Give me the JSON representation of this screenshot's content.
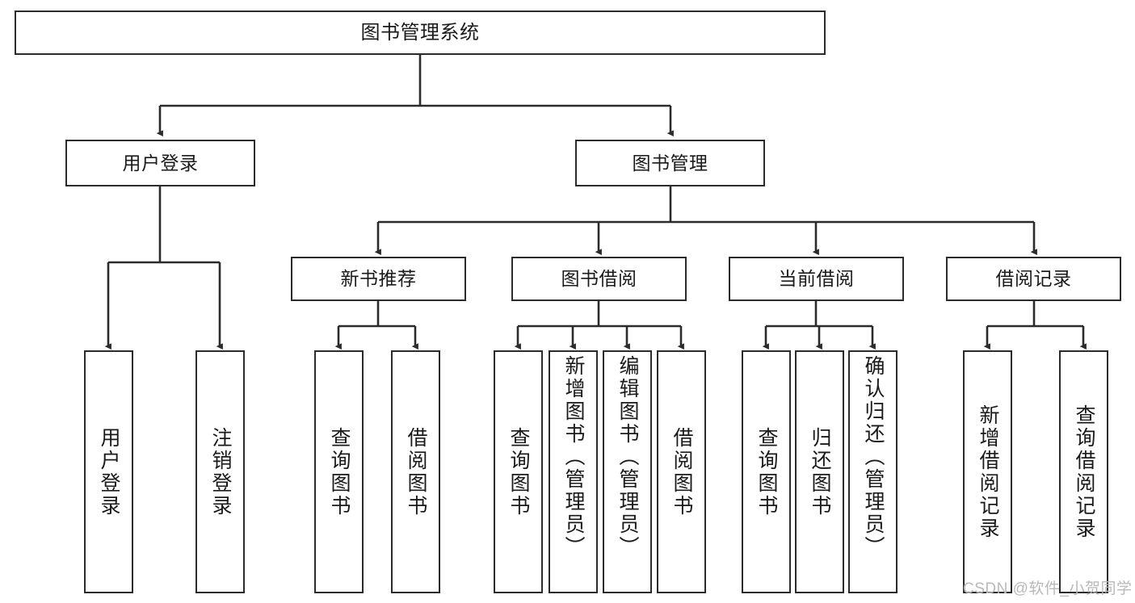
{
  "diagram": {
    "title": "图书管理系统",
    "type": "tree-hierarchy-functional-structure",
    "watermark": "CSDN @软件_小贺同学",
    "colors": {
      "box_border": "#2b2b2b",
      "box_fill": "#ffffff",
      "edge": "#2b2b2b",
      "text": "#1a1a1a",
      "watermark": "#b9b9b9",
      "page_background": "#ffffff"
    },
    "nodes": {
      "root": {
        "label": "图书管理系统"
      },
      "level2": [
        {
          "label": "用户登录"
        },
        {
          "label": "图书管理"
        }
      ],
      "level3": [
        {
          "label": "新书推荐"
        },
        {
          "label": "图书借阅"
        },
        {
          "label": "当前借阅"
        },
        {
          "label": "借阅记录"
        }
      ],
      "leaves": {
        "user_login": [
          {
            "label": "用户登录"
          },
          {
            "label": "注销登录"
          }
        ],
        "new_book_recommend": [
          {
            "label": "查询图书"
          },
          {
            "label": "借阅图书"
          }
        ],
        "book_borrow": [
          {
            "label": "查询图书"
          },
          {
            "label": "新增图书（管理员）"
          },
          {
            "label": "编辑图书（管理员）"
          },
          {
            "label": "借阅图书"
          }
        ],
        "current_borrow": [
          {
            "label": "查询图书"
          },
          {
            "label": "归还图书"
          },
          {
            "label": "确认归还（管理员）"
          }
        ],
        "borrow_record": [
          {
            "label": "新增借阅记录"
          },
          {
            "label": "查询借阅记录"
          }
        ]
      }
    }
  }
}
